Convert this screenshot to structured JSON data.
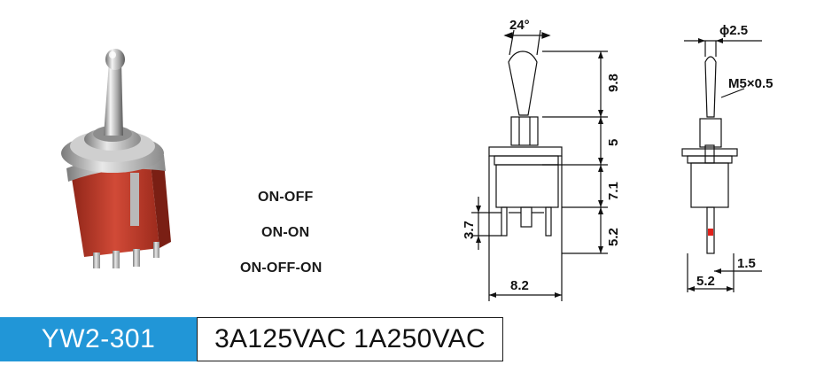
{
  "modes": [
    "ON-OFF",
    "ON-ON",
    "ON-OFF-ON"
  ],
  "model": "YW2-301",
  "rating": "3A125VAC 1A250VAC",
  "dimensions": {
    "angle": "24°",
    "lever_length": "9.8",
    "bushing": "5",
    "body_height": "7.1",
    "terminal_length": "5.2",
    "terminal_offset": "3.7",
    "body_width": "8.2",
    "lever_diameter": "ϕ2.5",
    "thread": "M5×0.5",
    "terminal_thickness": "1.5",
    "side_width": "5.2"
  },
  "colors": {
    "model_bg": "#2196d7",
    "body_red": "#c23a2c",
    "metal": "#b8b8b8",
    "marker_red": "#e0201a"
  }
}
